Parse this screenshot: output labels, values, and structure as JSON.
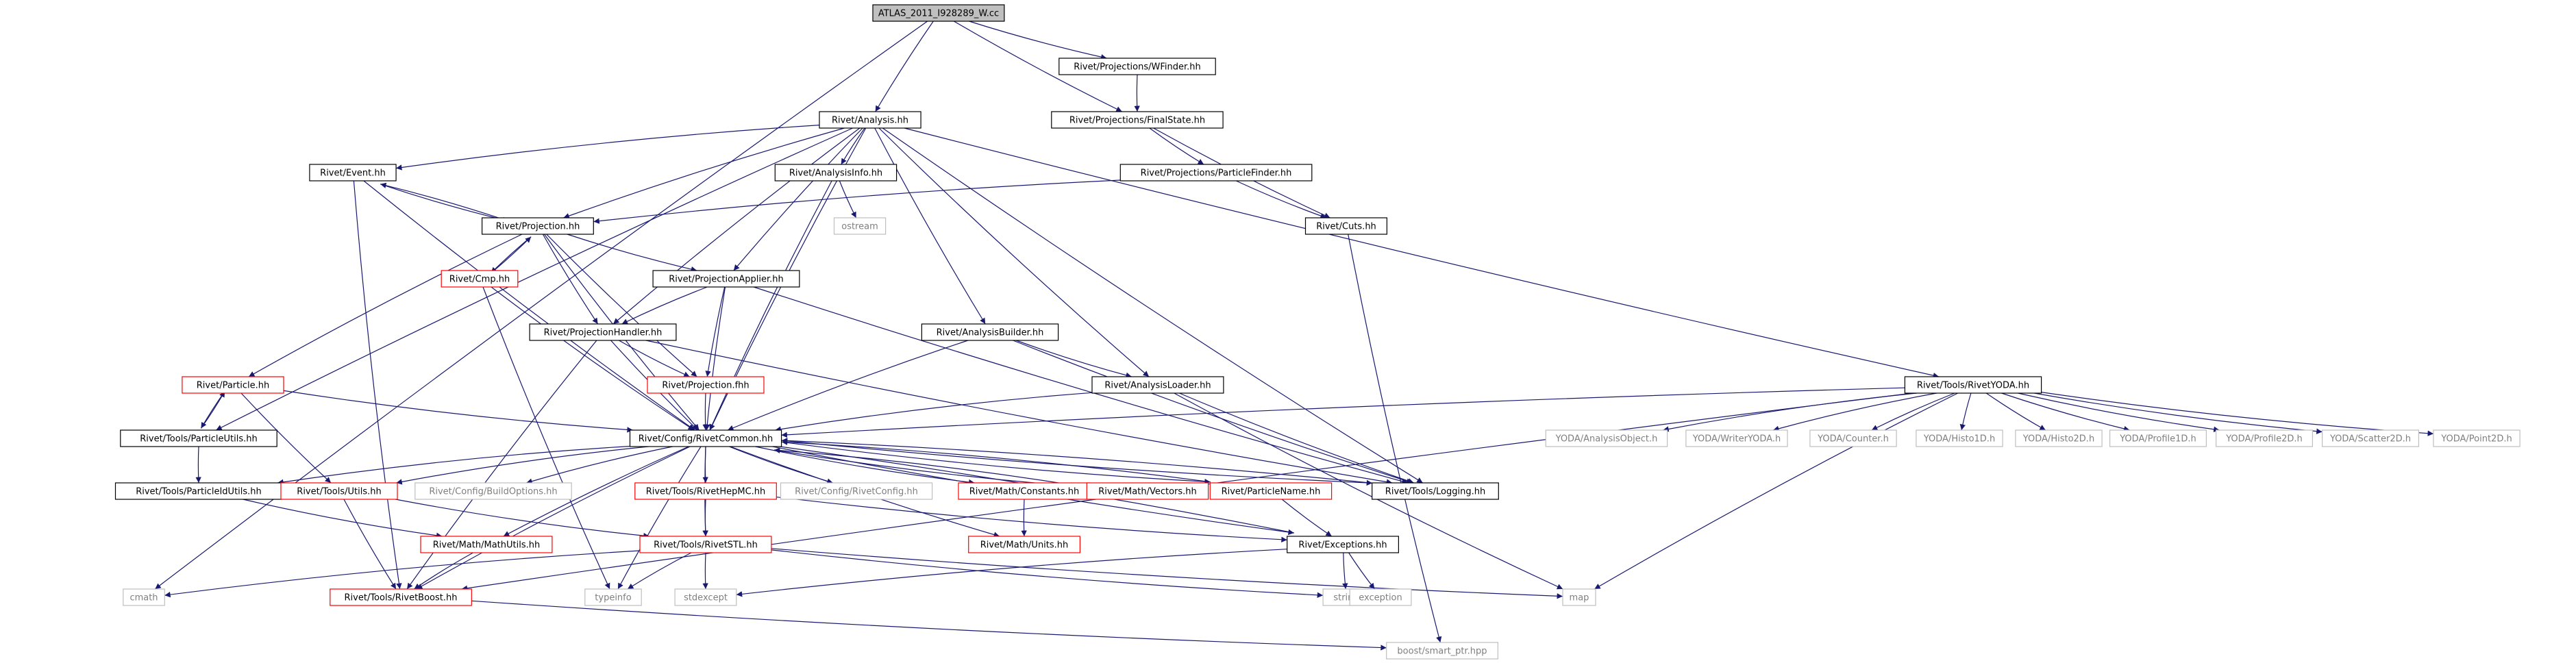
{
  "title": "ATLAS_2011_I928289_W.cc",
  "colors": {
    "root_fill": "#bfbfbf",
    "normal_border": "#000000",
    "partial_border": "#ff0000",
    "system_border": "#bfbfbf",
    "system_text": "#7f7f7f",
    "edge": "#191970"
  },
  "nodes": [
    {
      "id": "root",
      "label": "ATLAS_2011_I928289_W.cc",
      "style": "root"
    },
    {
      "id": "wfinder",
      "label": "Rivet/Projections/WFinder.hh",
      "style": "normal"
    },
    {
      "id": "analysis",
      "label": "Rivet/Analysis.hh",
      "style": "normal"
    },
    {
      "id": "finalstate",
      "label": "Rivet/Projections/FinalState.hh",
      "style": "normal"
    },
    {
      "id": "event",
      "label": "Rivet/Event.hh",
      "style": "normal"
    },
    {
      "id": "analysisinfo",
      "label": "Rivet/AnalysisInfo.hh",
      "style": "normal"
    },
    {
      "id": "particlefinder",
      "label": "Rivet/Projections/ParticleFinder.hh",
      "style": "normal"
    },
    {
      "id": "projection",
      "label": "Rivet/Projection.hh",
      "style": "normal"
    },
    {
      "id": "ostream",
      "label": "ostream",
      "style": "system"
    },
    {
      "id": "cuts",
      "label": "Rivet/Cuts.hh",
      "style": "normal"
    },
    {
      "id": "cmp",
      "label": "Rivet/Cmp.hh",
      "style": "partial"
    },
    {
      "id": "projapplier",
      "label": "Rivet/ProjectionApplier.hh",
      "style": "normal"
    },
    {
      "id": "projhandler",
      "label": "Rivet/ProjectionHandler.hh",
      "style": "normal"
    },
    {
      "id": "analysisbuilder",
      "label": "Rivet/AnalysisBuilder.hh",
      "style": "normal"
    },
    {
      "id": "particle",
      "label": "Rivet/Particle.hh",
      "style": "partial"
    },
    {
      "id": "projectionfhh",
      "label": "Rivet/Projection.fhh",
      "style": "partial"
    },
    {
      "id": "analysisloader",
      "label": "Rivet/AnalysisLoader.hh",
      "style": "normal"
    },
    {
      "id": "rivetyoda",
      "label": "Rivet/Tools/RivetYODA.hh",
      "style": "normal"
    },
    {
      "id": "particleutils",
      "label": "Rivet/Tools/ParticleUtils.hh",
      "style": "normal"
    },
    {
      "id": "rivetcommon",
      "label": "Rivet/Config/RivetCommon.hh",
      "style": "normal"
    },
    {
      "id": "yoda_ao",
      "label": "YODA/AnalysisObject.h",
      "style": "system"
    },
    {
      "id": "yoda_writer",
      "label": "YODA/WriterYODA.h",
      "style": "system"
    },
    {
      "id": "yoda_counter",
      "label": "YODA/Counter.h",
      "style": "system"
    },
    {
      "id": "yoda_h1",
      "label": "YODA/Histo1D.h",
      "style": "system"
    },
    {
      "id": "yoda_h2",
      "label": "YODA/Histo2D.h",
      "style": "system"
    },
    {
      "id": "yoda_p1",
      "label": "YODA/Profile1D.h",
      "style": "system"
    },
    {
      "id": "yoda_p2",
      "label": "YODA/Profile2D.h",
      "style": "system"
    },
    {
      "id": "yoda_s2",
      "label": "YODA/Scatter2D.h",
      "style": "system"
    },
    {
      "id": "yoda_pt",
      "label": "YODA/Point2D.h",
      "style": "system"
    },
    {
      "id": "particleidutils",
      "label": "Rivet/Tools/ParticleIdUtils.hh",
      "style": "normal"
    },
    {
      "id": "utils",
      "label": "Rivet/Tools/Utils.hh",
      "style": "partial"
    },
    {
      "id": "buildoptions",
      "label": "Rivet/Config/BuildOptions.hh",
      "style": "system"
    },
    {
      "id": "hepmc",
      "label": "Rivet/Tools/RivetHepMC.hh",
      "style": "partial"
    },
    {
      "id": "rivetconfig",
      "label": "Rivet/Config/RivetConfig.hh",
      "style": "system"
    },
    {
      "id": "constants",
      "label": "Rivet/Math/Constants.hh",
      "style": "partial"
    },
    {
      "id": "vectors",
      "label": "Rivet/Math/Vectors.hh",
      "style": "partial"
    },
    {
      "id": "particlename",
      "label": "Rivet/ParticleName.hh",
      "style": "partial"
    },
    {
      "id": "logging",
      "label": "Rivet/Tools/Logging.hh",
      "style": "normal"
    },
    {
      "id": "mathutils",
      "label": "Rivet/Math/MathUtils.hh",
      "style": "partial"
    },
    {
      "id": "rivetstl",
      "label": "Rivet/Tools/RivetSTL.hh",
      "style": "partial"
    },
    {
      "id": "units",
      "label": "Rivet/Math/Units.hh",
      "style": "partial"
    },
    {
      "id": "exceptions",
      "label": "Rivet/Exceptions.hh",
      "style": "normal"
    },
    {
      "id": "cmath",
      "label": "cmath",
      "style": "system"
    },
    {
      "id": "rivetboost",
      "label": "Rivet/Tools/RivetBoost.hh",
      "style": "partial"
    },
    {
      "id": "typeinfo",
      "label": "typeinfo",
      "style": "system"
    },
    {
      "id": "stdexcept",
      "label": "stdexcept",
      "style": "system"
    },
    {
      "id": "string",
      "label": "string",
      "style": "system"
    },
    {
      "id": "exception",
      "label": "exception",
      "style": "system"
    },
    {
      "id": "map",
      "label": "map",
      "style": "system"
    },
    {
      "id": "smartptr",
      "label": "boost/smart_ptr.hpp",
      "style": "system"
    }
  ],
  "edges": [
    [
      "root",
      "wfinder"
    ],
    [
      "root",
      "analysis"
    ],
    [
      "root",
      "finalstate"
    ],
    [
      "root",
      "cmath"
    ],
    [
      "wfinder",
      "finalstate"
    ],
    [
      "finalstate",
      "particlefinder"
    ],
    [
      "finalstate",
      "cuts"
    ],
    [
      "particlefinder",
      "projection"
    ],
    [
      "particlefinder",
      "cuts"
    ],
    [
      "cuts",
      "smartptr"
    ],
    [
      "analysis",
      "event"
    ],
    [
      "analysis",
      "analysisinfo"
    ],
    [
      "analysis",
      "projection"
    ],
    [
      "analysis",
      "projapplier"
    ],
    [
      "analysis",
      "projhandler"
    ],
    [
      "analysis",
      "analysisbuilder"
    ],
    [
      "analysis",
      "analysisloader"
    ],
    [
      "analysis",
      "rivetyoda"
    ],
    [
      "analysis",
      "particleutils"
    ],
    [
      "analysis",
      "rivetcommon"
    ],
    [
      "analysis",
      "logging"
    ],
    [
      "event",
      "projection"
    ],
    [
      "event",
      "rivetcommon"
    ],
    [
      "event",
      "rivetboost"
    ],
    [
      "analysisinfo",
      "ostream"
    ],
    [
      "analysisinfo",
      "rivetcommon"
    ],
    [
      "projection",
      "event"
    ],
    [
      "projection",
      "cmp"
    ],
    [
      "projection",
      "projapplier"
    ],
    [
      "projection",
      "projhandler"
    ],
    [
      "projection",
      "particle"
    ],
    [
      "projection",
      "projectionfhh"
    ],
    [
      "projection",
      "rivetcommon"
    ],
    [
      "cmp",
      "projection"
    ],
    [
      "cmp",
      "rivetcommon"
    ],
    [
      "cmp",
      "typeinfo"
    ],
    [
      "projapplier",
      "projhandler"
    ],
    [
      "projapplier",
      "projectionfhh"
    ],
    [
      "projapplier",
      "rivetcommon"
    ],
    [
      "projapplier",
      "logging"
    ],
    [
      "projhandler",
      "projectionfhh"
    ],
    [
      "projhandler",
      "rivetcommon"
    ],
    [
      "projhandler",
      "logging"
    ],
    [
      "projhandler",
      "rivetboost"
    ],
    [
      "analysisbuilder",
      "analysisloader"
    ],
    [
      "analysisbuilder",
      "rivetcommon"
    ],
    [
      "analysisbuilder",
      "logging"
    ],
    [
      "analysisloader",
      "rivetcommon"
    ],
    [
      "analysisloader",
      "logging"
    ],
    [
      "analysisloader",
      "map"
    ],
    [
      "particle",
      "particleutils"
    ],
    [
      "particle",
      "rivetcommon"
    ],
    [
      "particle",
      "utils"
    ],
    [
      "particleutils",
      "particle"
    ],
    [
      "particleutils",
      "particleidutils"
    ],
    [
      "projectionfhh",
      "rivetcommon"
    ],
    [
      "rivetyoda",
      "rivetcommon"
    ],
    [
      "rivetyoda",
      "yoda_ao"
    ],
    [
      "rivetyoda",
      "yoda_writer"
    ],
    [
      "rivetyoda",
      "yoda_counter"
    ],
    [
      "rivetyoda",
      "yoda_h1"
    ],
    [
      "rivetyoda",
      "yoda_h2"
    ],
    [
      "rivetyoda",
      "yoda_p1"
    ],
    [
      "rivetyoda",
      "yoda_p2"
    ],
    [
      "rivetyoda",
      "yoda_s2"
    ],
    [
      "rivetyoda",
      "yoda_pt"
    ],
    [
      "rivetyoda",
      "rivetboost"
    ],
    [
      "rivetyoda",
      "map"
    ],
    [
      "rivetcommon",
      "particleidutils"
    ],
    [
      "rivetcommon",
      "utils"
    ],
    [
      "rivetcommon",
      "buildoptions"
    ],
    [
      "rivetcommon",
      "hepmc"
    ],
    [
      "rivetcommon",
      "rivetconfig"
    ],
    [
      "rivetcommon",
      "constants"
    ],
    [
      "rivetcommon",
      "vectors"
    ],
    [
      "rivetcommon",
      "particlename"
    ],
    [
      "rivetcommon",
      "logging"
    ],
    [
      "rivetcommon",
      "mathutils"
    ],
    [
      "rivetcommon",
      "rivetstl"
    ],
    [
      "rivetcommon",
      "units"
    ],
    [
      "rivetcommon",
      "exceptions"
    ],
    [
      "rivetcommon",
      "rivetboost"
    ],
    [
      "rivetcommon",
      "typeinfo"
    ],
    [
      "particleidutils",
      "mathutils"
    ],
    [
      "utils",
      "rivetstl"
    ],
    [
      "utils",
      "rivetboost"
    ],
    [
      "hepmc",
      "rivetstl"
    ],
    [
      "hepmc",
      "exceptions"
    ],
    [
      "constants",
      "units"
    ],
    [
      "vectors",
      "rivetcommon"
    ],
    [
      "particlename",
      "rivetcommon"
    ],
    [
      "particlename",
      "exceptions"
    ],
    [
      "logging",
      "rivetcommon"
    ],
    [
      "exceptions",
      "rivetcommon"
    ],
    [
      "mathutils",
      "rivetboost"
    ],
    [
      "rivetstl",
      "cmath"
    ],
    [
      "rivetstl",
      "typeinfo"
    ],
    [
      "rivetstl",
      "stdexcept"
    ],
    [
      "rivetstl",
      "string"
    ],
    [
      "rivetstl",
      "map"
    ],
    [
      "exceptions",
      "stdexcept"
    ],
    [
      "exceptions",
      "string"
    ],
    [
      "exceptions",
      "exception"
    ],
    [
      "rivetboost",
      "smartptr"
    ]
  ]
}
